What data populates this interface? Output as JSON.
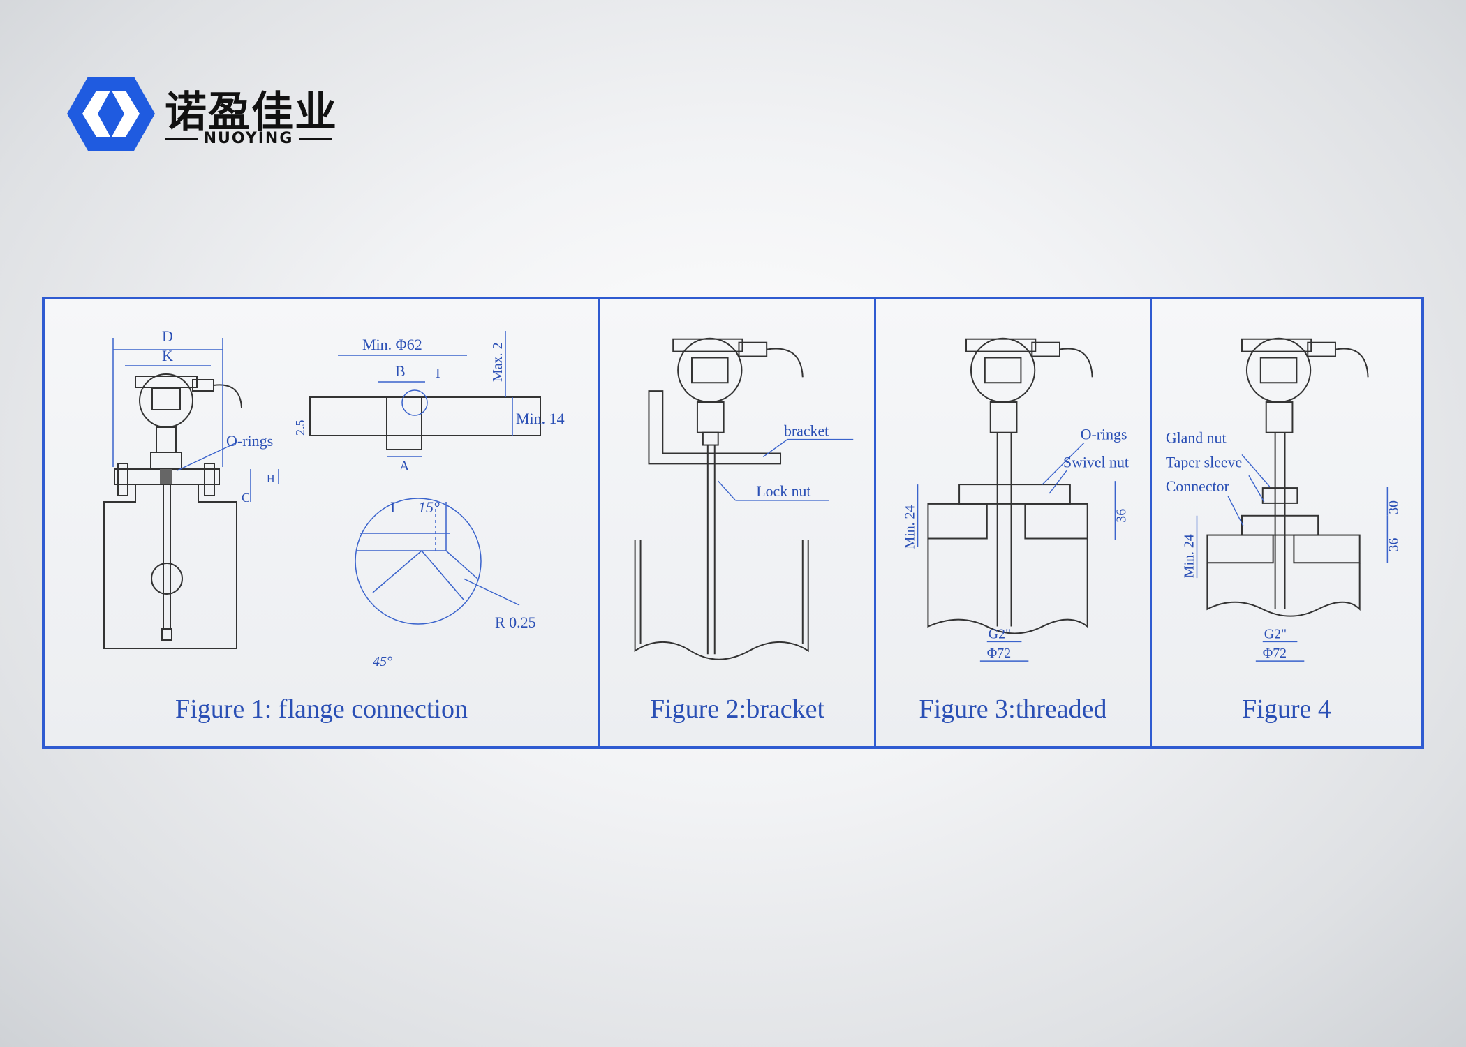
{
  "logo": {
    "cn": "诺盈佳业",
    "en": "NUOYING",
    "mark_color": "#1f5be0"
  },
  "accent_color": "#2f5bd1",
  "figures": [
    {
      "caption": "Figure 1: flange connection",
      "labels": {
        "D": "D",
        "K": "K",
        "o_rings": "O-rings",
        "C": "C",
        "H": "H",
        "min_phi62": "Min. Φ62",
        "B": "B",
        "I": "I",
        "A": "A",
        "max2": "Max. 2",
        "min14": "Min. 14",
        "d25": "2.5",
        "detail_I": "I",
        "angle15": "15°",
        "angle45": "45°",
        "r025": "R 0.25"
      }
    },
    {
      "caption": "Figure 2:bracket",
      "labels": {
        "bracket": "bracket",
        "lock_nut": "Lock nut"
      }
    },
    {
      "caption": "Figure 3:threaded",
      "labels": {
        "o_rings": "O-rings",
        "swivel_nut": "Swivel nut",
        "min24": "Min. 24",
        "d36": "36",
        "g2": "G2\"",
        "phi72": "Φ72"
      }
    },
    {
      "caption": "Figure 4",
      "labels": {
        "gland_nut": "Gland nut",
        "taper_sleeve": "Taper sleeve",
        "connector": "Connector",
        "min24": "Min. 24",
        "d30": "30",
        "d36": "36",
        "g2": "G2\"",
        "phi72": "Φ72"
      }
    }
  ]
}
